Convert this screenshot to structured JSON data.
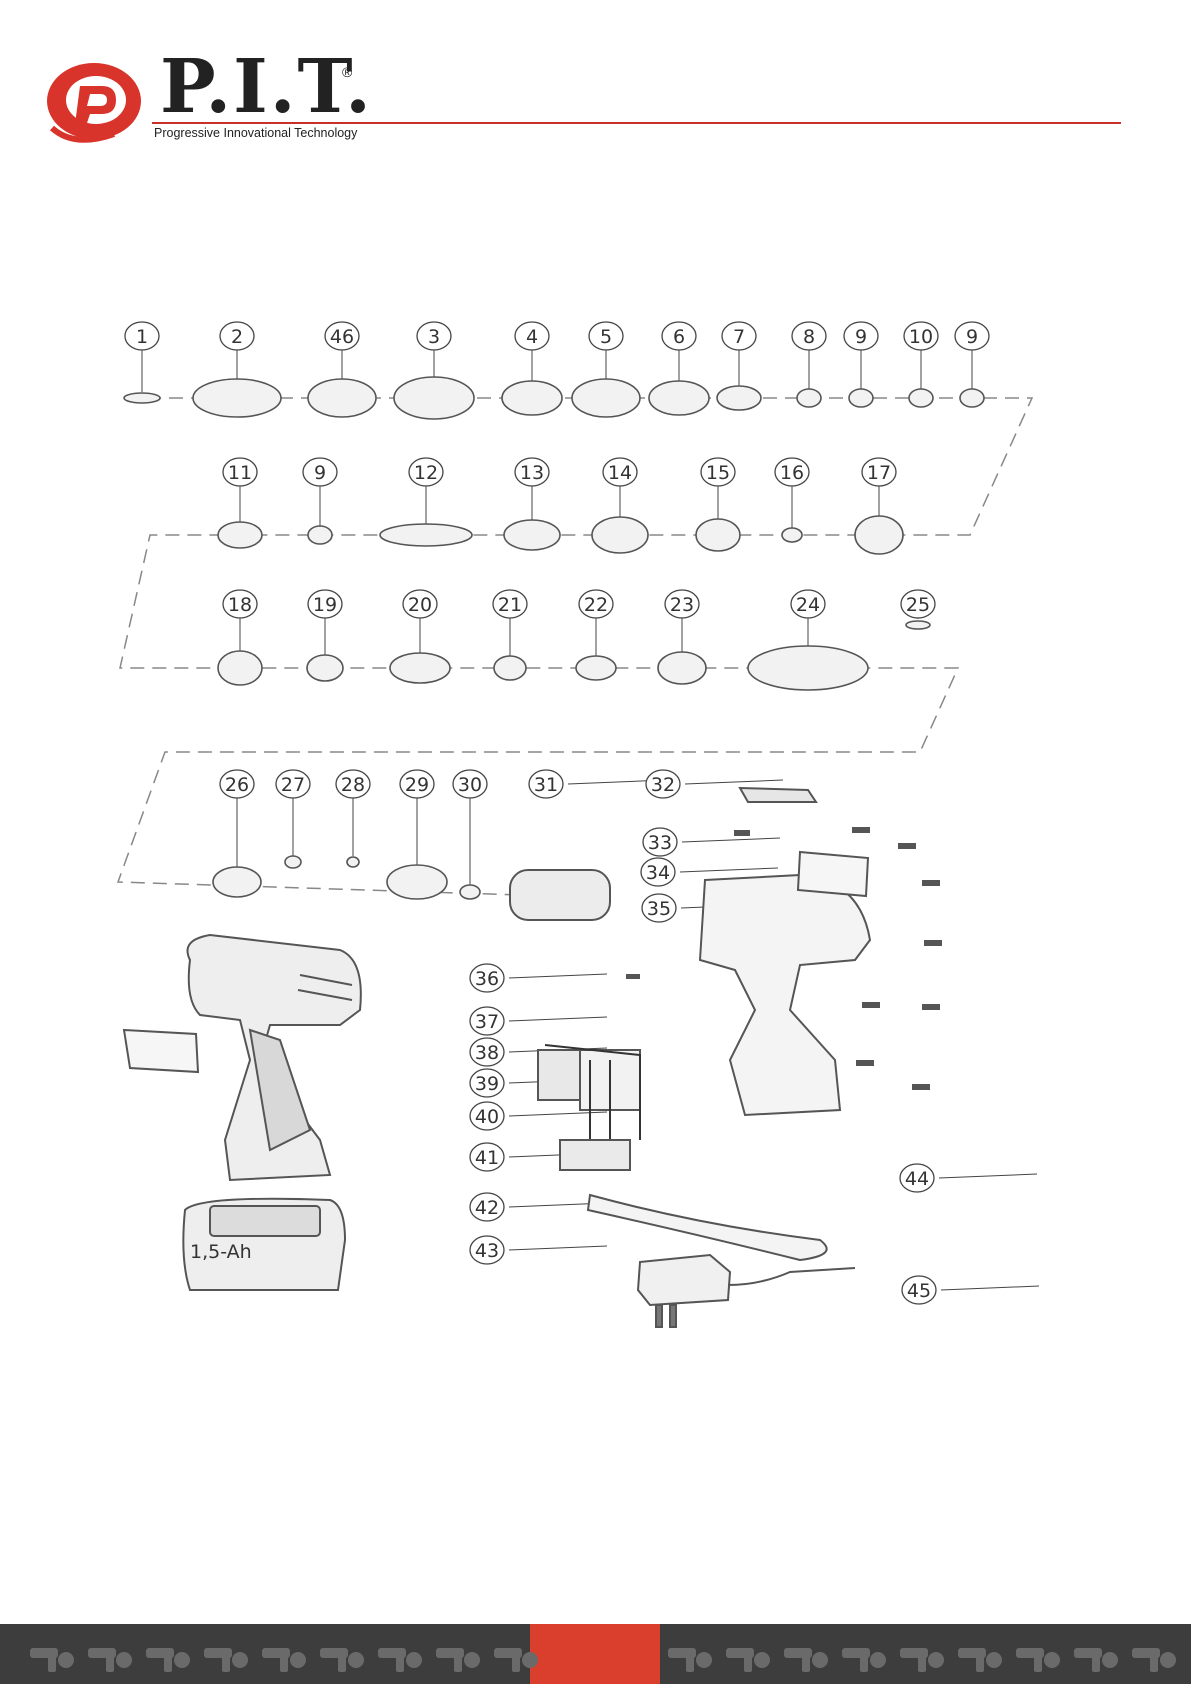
{
  "brand": {
    "name": "P.I.T.",
    "registered": "®",
    "tagline": "Progressive Innovational Technology",
    "primary_color": "#d9342b",
    "text_color": "#222222"
  },
  "diagram": {
    "part_numbers": [
      "1",
      "2",
      "46",
      "3",
      "4",
      "5",
      "6",
      "7",
      "8",
      "9",
      "10",
      "9",
      "11",
      "9",
      "12",
      "13",
      "14",
      "15",
      "16",
      "17",
      "18",
      "19",
      "20",
      "21",
      "22",
      "23",
      "24",
      "25",
      "26",
      "27",
      "28",
      "29",
      "30",
      "31",
      "32",
      "33",
      "34",
      "35",
      "36",
      "37",
      "38",
      "39",
      "40",
      "41",
      "42",
      "43",
      "44",
      "45"
    ],
    "battery_label": "1,5-Ah"
  },
  "footer": {
    "background": "#3d3d3d",
    "accent": "#d93f2c",
    "icons": [
      "tool-icon",
      "tool-icon",
      "tool-icon",
      "tool-icon",
      "tool-icon",
      "tool-icon",
      "tool-icon",
      "tool-icon",
      "tool-icon",
      "tool-icon",
      "tool-icon",
      "tool-icon",
      "tool-icon",
      "tool-icon",
      "tool-icon",
      "tool-icon",
      "tool-icon",
      "tool-icon",
      "tool-icon",
      "tool-icon"
    ]
  }
}
